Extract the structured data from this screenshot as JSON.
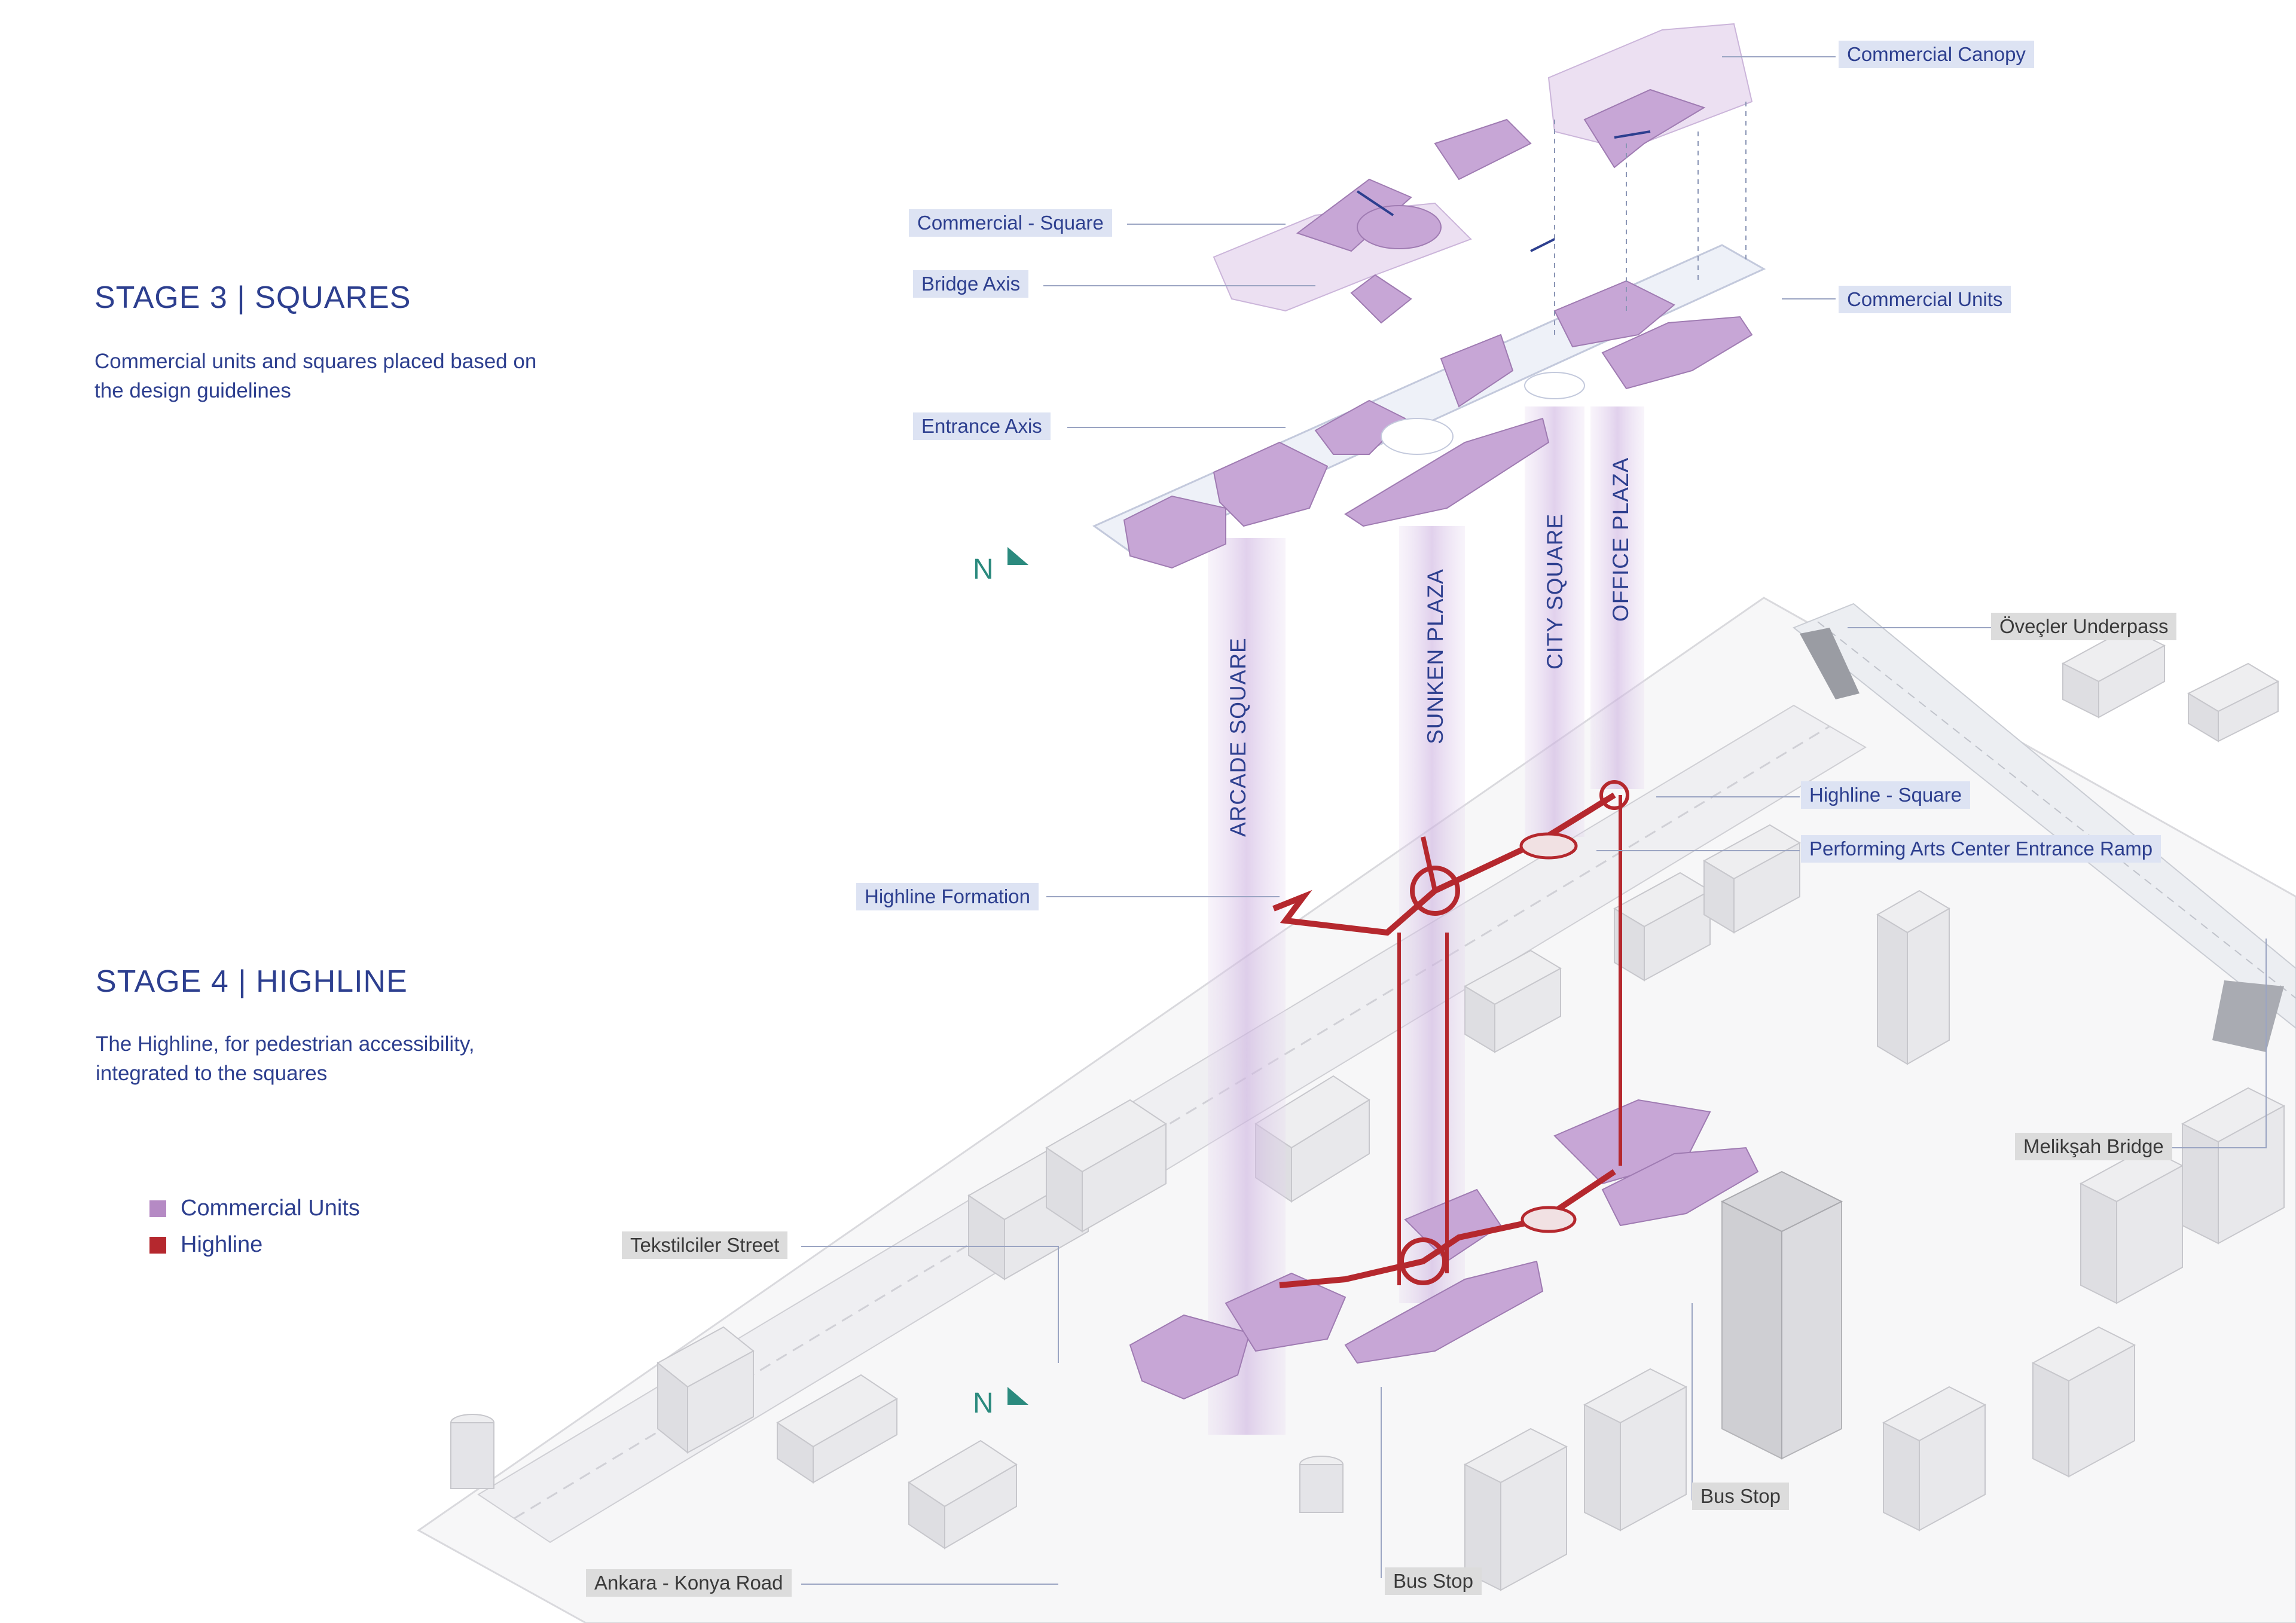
{
  "stage3": {
    "title": "STAGE 3 | SQUARES",
    "description": "Commercial units and squares placed based on the design guidelines"
  },
  "stage4": {
    "title": "STAGE 4 | HIGHLINE",
    "description": "The Highline, for pedestrian accessibility, integrated to the squares"
  },
  "legend": {
    "items": [
      {
        "label": "Commercial Units",
        "color": "#b58ac4"
      },
      {
        "label": "Highline",
        "color": "#b5282e"
      }
    ]
  },
  "north_label": "N",
  "callouts": {
    "commercial_canopy": "Commercial Canopy",
    "commercial_square": "Commercial - Square",
    "bridge_axis": "Bridge Axis",
    "commercial_units": "Commercial Units",
    "entrance_axis": "Entrance Axis",
    "highline_square": "Highline - Square",
    "performing_arts": "Performing Arts Center Entrance Ramp",
    "highline_formation": "Highline Formation",
    "oveçler_underpass": "Öveçler Underpass",
    "meliksah_bridge": "Melikşah Bridge",
    "tekstilciler_street": "Tekstilciler Street",
    "bus_stop_right": "Bus Stop",
    "bus_stop_left": "Bus Stop",
    "ankara_konya_road": "Ankara - Konya Road"
  },
  "vertical_labels": {
    "arcade_square": "ARCADE SQUARE",
    "sunken_plaza": "SUNKEN PLAZA",
    "city_square": "CITY SQUARE",
    "office_plaza": "OFFICE PLAZA"
  },
  "colors": {
    "text_blue": "#2d3f8f",
    "commercial_purple": "#b58ac4",
    "highline_red": "#b5282e",
    "north_teal": "#2b8a7e"
  }
}
